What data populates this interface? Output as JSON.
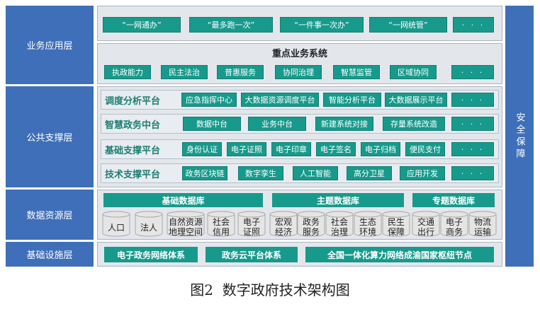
{
  "layers": {
    "business": "业务应用层",
    "public": "公共支撑层",
    "data": "数据资源层",
    "infra": "基础设施层",
    "security": "安全保障"
  },
  "business_row1": [
    "“一网通办”",
    "“最多跑一次”",
    "“一件事一次办”",
    "“一网统管”",
    "· · ·"
  ],
  "key_system": {
    "title": "重点业务系统",
    "items": [
      "执政能力",
      "民主法治",
      "普惠服务",
      "协同治理",
      "智慧监管",
      "区域协同",
      "· · ·"
    ]
  },
  "platforms": [
    {
      "title": "调度分析平台",
      "items": [
        "应急指挥中心",
        "大数据资源调度平台",
        "智能分析平台",
        "大数据展示平台",
        "· · ·"
      ]
    },
    {
      "title": "智慧政务中台",
      "items": [
        "数据中台",
        "业务中台",
        "新建系统对接",
        "存量系统改造",
        "· · ·"
      ]
    },
    {
      "title": "基础支撑平台",
      "items": [
        "身份认证",
        "电子证照",
        "电子印章",
        "电子签名",
        "电子归档",
        "便民支付",
        "· · ·"
      ]
    },
    {
      "title": "技术支撑平台",
      "items": [
        "政务区块链",
        "数字孪生",
        "人工智能",
        "高分卫星",
        "应用开发",
        "· · ·"
      ]
    }
  ],
  "databases": {
    "headers": [
      "基础数据库",
      "主题数据库",
      "专题数据库"
    ],
    "items": [
      "人口",
      "法人",
      "自然资源\n地理空间",
      "社会\n信用",
      "电子\n证照",
      "宏观\n经济",
      "政务\n服务",
      "社会\n治理",
      "生态\n环境",
      "民生\n保障",
      "交通\n出行",
      "电子\n商务",
      "物流\n运输"
    ]
  },
  "infra_items": [
    "电子政务网络体系",
    "政务云平台体系",
    "全国一体化算力网络成渝国家枢纽节点"
  ],
  "caption": "图2  数字政府技术架构图"
}
